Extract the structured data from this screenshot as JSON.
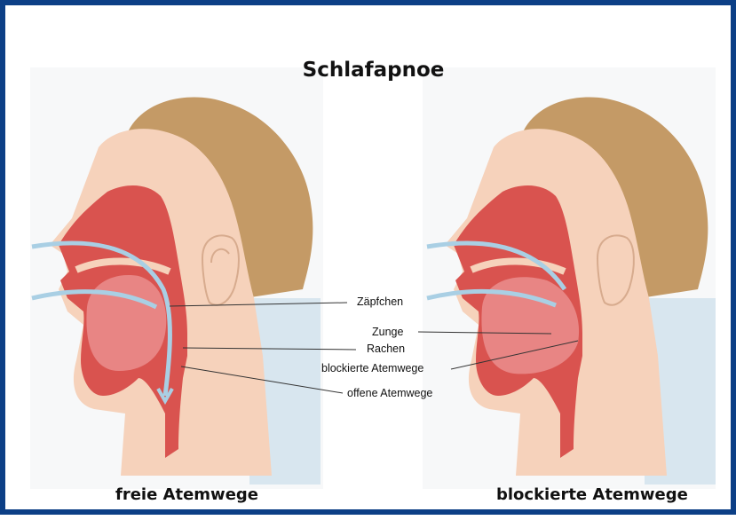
{
  "title": "Schlafapnoe",
  "captions": {
    "left": "freie Atemwege",
    "right": "blockierte Atemwege"
  },
  "labels": {
    "uvula": "Zäpfchen",
    "tongue": "Zunge",
    "pharynx": "Rachen",
    "blocked_airway": "blockierte Atemwege",
    "open_airway": "offene Atemwege"
  },
  "colors": {
    "border": "#0c3f86",
    "skin": "#f6d2bb",
    "hair": "#c49a66",
    "mouth": "#d9534f",
    "tongue": "#e88584",
    "background_panel": "#d8e6ef",
    "airflow": "#a9cfe4"
  },
  "icons": {
    "left_illustration": "head-profile-open-airway",
    "right_illustration": "head-profile-blocked-airway"
  }
}
